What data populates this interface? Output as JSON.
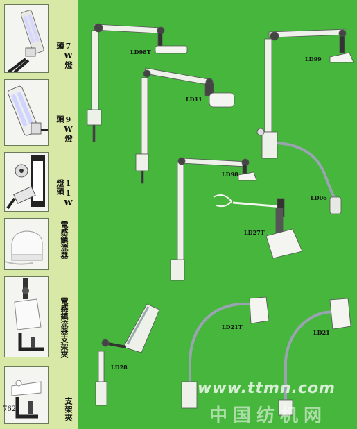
{
  "sidebar": {
    "items": [
      {
        "label": "7W燈頭"
      },
      {
        "label": "9W燈頭"
      },
      {
        "label": "11W燈頭"
      },
      {
        "label": "電感鎮流器"
      },
      {
        "label": "電感鎮流器支架夾"
      },
      {
        "label": "支架夾"
      }
    ],
    "page_number": "762"
  },
  "products": {
    "ld98t": "LD98T",
    "ld99": "LD99",
    "ld11": "LD11",
    "ld98": "LD98",
    "ld06": "LD06",
    "ld27t": "LD27T",
    "ld21t": "LD21T",
    "ld21": "LD21",
    "ld28": "LD28"
  },
  "watermark": {
    "url": "www.ttmn.com",
    "cn": "中国纺机网"
  },
  "colors": {
    "background": "#46b63c",
    "sidebar": "#d8e8a6",
    "lamp": "#eef0ea"
  }
}
